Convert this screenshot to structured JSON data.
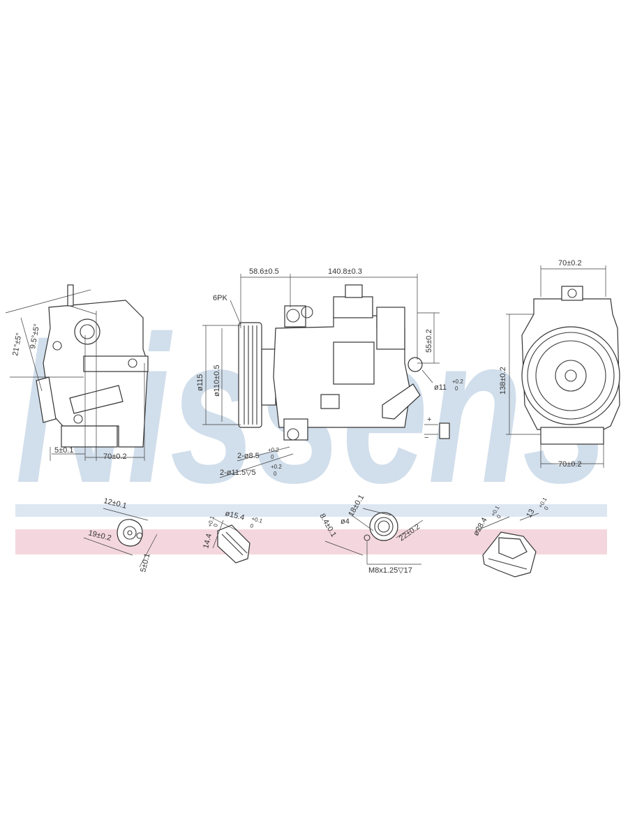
{
  "colors": {
    "watermark": "#c9d9e8",
    "band_blue": "#dde7f2",
    "band_pink": "#f4d7de",
    "line": "#3a3a3a"
  },
  "watermark": {
    "text": "Nissens"
  },
  "side_view": {
    "dim_angle_a": "21°±5°",
    "dim_angle_b": "9.5°±5°",
    "dim_offset": "5±0.1",
    "dim_width": "70±0.2"
  },
  "front_view": {
    "belt": "6PK",
    "dim_pulley_offset": "58.6±0.5",
    "dim_length": "140.8±0.3",
    "dim_pulley_outer": "ø115",
    "dim_pulley_inner": "ø110±0.5",
    "dim_height": "55±0.2",
    "dim_hole": "ø11",
    "dim_hole_tol": "+0.2",
    "dim_hole_tol_lower": "0",
    "dim_mount_a": "2-ø8.5",
    "dim_mount_a_tol": "+0.2",
    "dim_mount_a_tol_lower": "0",
    "dim_mount_b": "2-ø11.5▽5",
    "dim_mount_b_tol": "+0.2",
    "dim_mount_b_tol_lower": "0",
    "connector_plus": "+",
    "connector_minus": "−"
  },
  "rear_view": {
    "dim_top_width": "70±0.2",
    "dim_height": "138±0.2",
    "dim_bottom_width": "70±0.2"
  },
  "details": {
    "detail1": {
      "a": "12±0.1",
      "b": "19±0.2",
      "c": "5±0.1"
    },
    "detail2": {
      "a": "ø15.4",
      "a_tol": "+0.1",
      "a_tol_lower": "0",
      "b": "14.4",
      "b_tol": "+0.1",
      "b_tol_lower": "0"
    },
    "detail3": {
      "a": "ø4",
      "b": "18±0.1",
      "c": "8.4±0.1",
      "d": "22±0.2",
      "e": "M8x1.25▽17"
    },
    "detail4": {
      "a": "ø28.4",
      "a_tol": "+0.1",
      "a_tol_lower": "0",
      "b": "13",
      "b_tol": "+0.1",
      "b_tol_lower": "0"
    }
  }
}
